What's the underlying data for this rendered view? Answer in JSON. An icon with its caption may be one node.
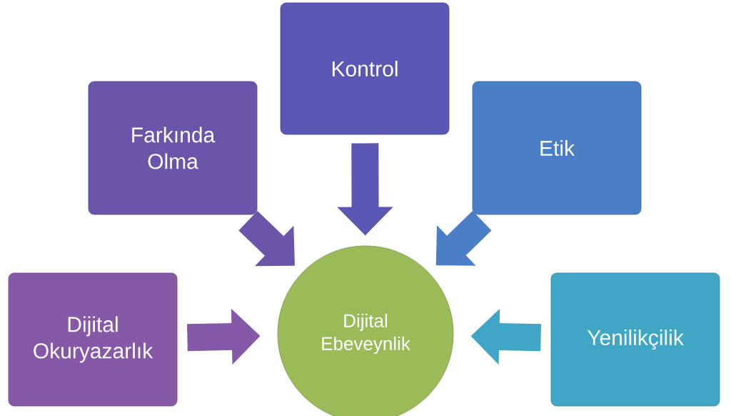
{
  "diagram": {
    "nodes": [
      {
        "text": [
          "Kontrol"
        ]
      },
      {
        "text": [
          "Farkında Olma"
        ]
      },
      {
        "text": [
          "Etik"
        ]
      },
      {
        "text": [
          "Dijital Okuryazarlık"
        ]
      },
      {
        "text": [
          "Dijital Ebeveynlik"
        ]
      },
      {
        "text": [
          "Yenilikçilik"
        ]
      }
    ],
    "edges": [
      {
        "from": 0,
        "to": 4,
        "arrow": "to",
        "color": "#5b57b5"
      },
      {
        "from": 1,
        "to": 4,
        "arrow": "to",
        "color": "#6b55aa"
      },
      {
        "from": 2,
        "to": 4,
        "arrow": "to",
        "color": "#4a7ec6"
      },
      {
        "from": 3,
        "to": 4,
        "arrow": "to",
        "color": "#8558a8"
      },
      {
        "from": 5,
        "to": 4,
        "arrow": "to",
        "color": "#3fa6c6"
      }
    ]
  }
}
